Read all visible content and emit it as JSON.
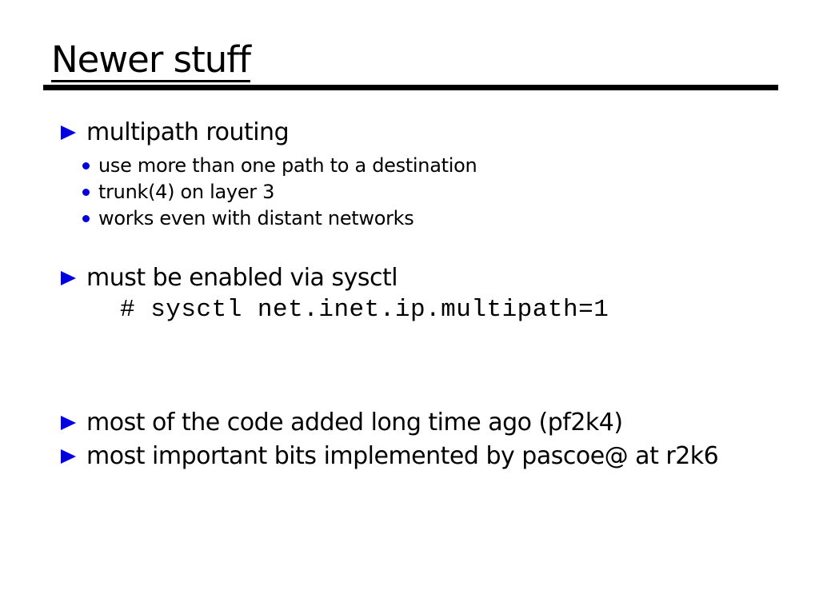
{
  "colors": {
    "bullet_blue": "#0000dd",
    "text_color": "#000000",
    "rule_color": "#000000",
    "bg_color": "#ffffff"
  },
  "slide": {
    "title": "Newer stuff",
    "sections": [
      {
        "bullet": "multipath routing",
        "sub_bullets": [
          "use more than one path to a destination",
          "trunk(4) on layer 3",
          "works even with distant networks"
        ]
      },
      {
        "bullet": "must be enabled via sysctl",
        "code": "# sysctl net.inet.ip.multipath=1"
      },
      {
        "bullet": "most of the code added long time ago (pf2k4)"
      },
      {
        "bullet": "most important bits implemented by pascoe@ at r2k6"
      }
    ]
  }
}
